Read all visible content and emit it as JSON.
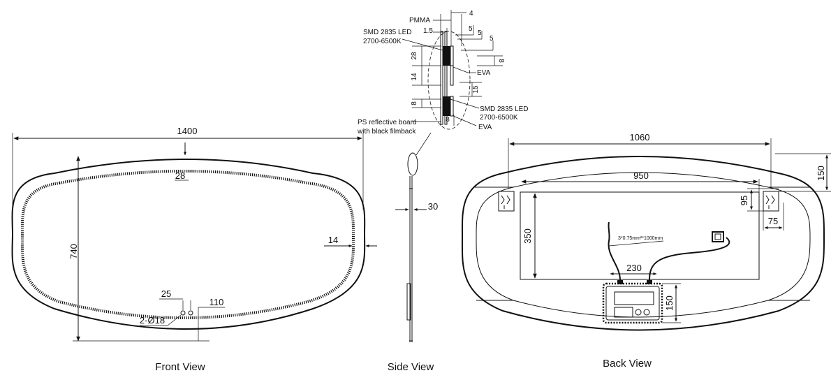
{
  "front_view": {
    "caption": "Front View",
    "dims": {
      "width": "1400",
      "height": "740",
      "led_inset_top": "28",
      "led_inset_side": "14",
      "hole_spacing": "25",
      "hole_offset": "110",
      "holes": "2-Ø18"
    }
  },
  "side_view": {
    "caption": "Side View",
    "dims": {
      "thickness": "30"
    }
  },
  "detail": {
    "labels": {
      "pmma": "PMMA",
      "led_top_line1": "SMD 2835 LED",
      "led_top_line2": "2700-6500K",
      "eva_top": "EVA",
      "led_bottom_line1": "SMD 2835 LED",
      "led_bottom_line2": "2700-6500K",
      "eva_bottom": "EVA",
      "board_line1": "PS reflective board",
      "board_line2": "with black filmback"
    },
    "dims": {
      "d4": "4",
      "d1_5": "1.5",
      "d5a": "5",
      "d5b": "5",
      "d8r": "8",
      "d28": "28",
      "d14": "14",
      "d15": "15",
      "d8l": "8",
      "d8b": "8"
    }
  },
  "back_view": {
    "caption": "Back View",
    "dims": {
      "width": "1060",
      "inner_width": "950",
      "top_offset": "150",
      "bracket_height": "95",
      "bracket_offset": "75",
      "panel_height": "350",
      "box_width": "230",
      "box_height": "150"
    },
    "cable_label": "3*0.75mm²*1000mm"
  }
}
